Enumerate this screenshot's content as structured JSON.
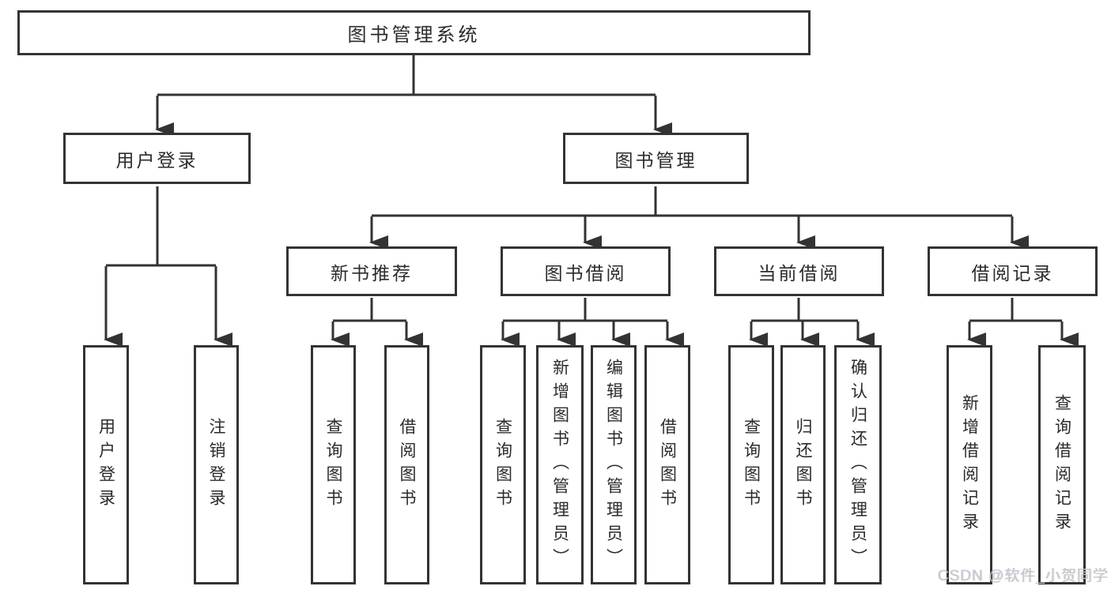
{
  "diagram": {
    "root": {
      "label": "图书管理系统"
    },
    "branches": [
      {
        "label": "用户登录",
        "children": [
          "用户登录",
          "注销登录"
        ]
      },
      {
        "label": "图书管理",
        "groups": [
          {
            "label": "新书推荐",
            "children": [
              "查询图书",
              "借阅图书"
            ]
          },
          {
            "label": "图书借阅",
            "children": [
              "查询图书",
              "新增图书（管理员）",
              "编辑图书（管理员）",
              "借阅图书"
            ]
          },
          {
            "label": "当前借阅",
            "children": [
              "查询图书",
              "归还图书",
              "确认归还（管理员）"
            ]
          },
          {
            "label": "借阅记录",
            "children": [
              "新增借阅记录",
              "查询借阅记录"
            ]
          }
        ]
      }
    ]
  },
  "watermark": {
    "text": "CSDN @软件_小贺同学"
  },
  "colors": {
    "line": "#333333",
    "box_border": "#333333",
    "text": "#2b2b2b",
    "watermark": "#c3c7cb",
    "background": "#ffffff"
  }
}
